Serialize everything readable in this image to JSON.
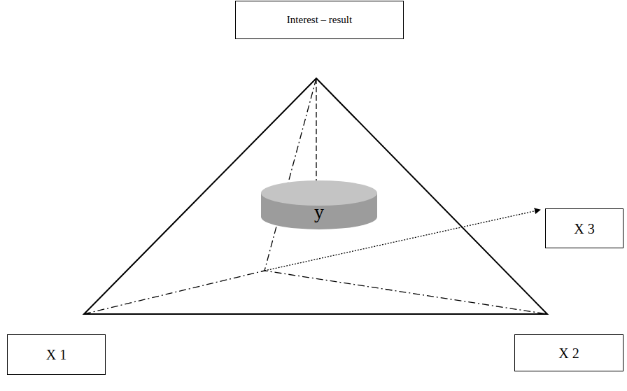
{
  "diagram": {
    "nodes": [
      {
        "text": [
          "Interest – result"
        ]
      },
      {
        "text": [
          "y"
        ]
      },
      {
        "text": [
          "X 3"
        ]
      },
      {
        "text": [
          "X 1"
        ]
      },
      {
        "text": [
          "X 2"
        ]
      }
    ]
  }
}
